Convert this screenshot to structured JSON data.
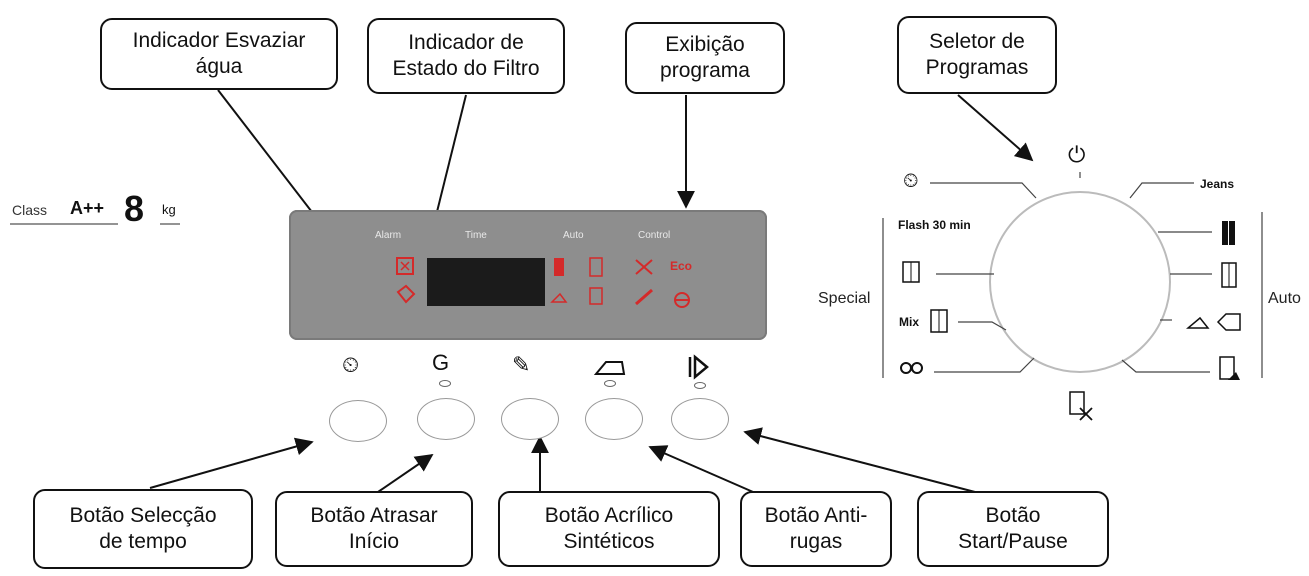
{
  "callouts": {
    "drain_indicator": "Indicador Esvaziar\nágua",
    "filter_indicator": "Indicador de\nEstado do Filtro",
    "program_display": "Exibição\nprograma",
    "program_selector": "Seletor de\nProgramas",
    "time_select_button": "Botão  Selecção\nde tempo",
    "delay_start_button": "Botão Atrasar\nInício",
    "acrylic_synthetic_button": "Botão Acrílico\nSintéticos",
    "anti_wrinkle_button": "Botão Anti-\nrugas",
    "start_pause_button": "Botão\nStart/Pause"
  },
  "energy": {
    "class_label": "Class",
    "class_value": "A++",
    "capacity": "8",
    "unit": "kg"
  },
  "panel": {
    "alarm": "Alarm",
    "time": "Time",
    "auto": "Auto",
    "control": "Control",
    "eco": "Eco"
  },
  "dial": {
    "jeans": "Jeans",
    "flash": "Flash 30 min",
    "mix": "Mix",
    "special": "Special",
    "auto": "Auto"
  },
  "colors": {
    "panel": "#8e8e8e",
    "led_red": "#d42a2a",
    "display": "#1b1b1b",
    "outline": "#111111"
  }
}
